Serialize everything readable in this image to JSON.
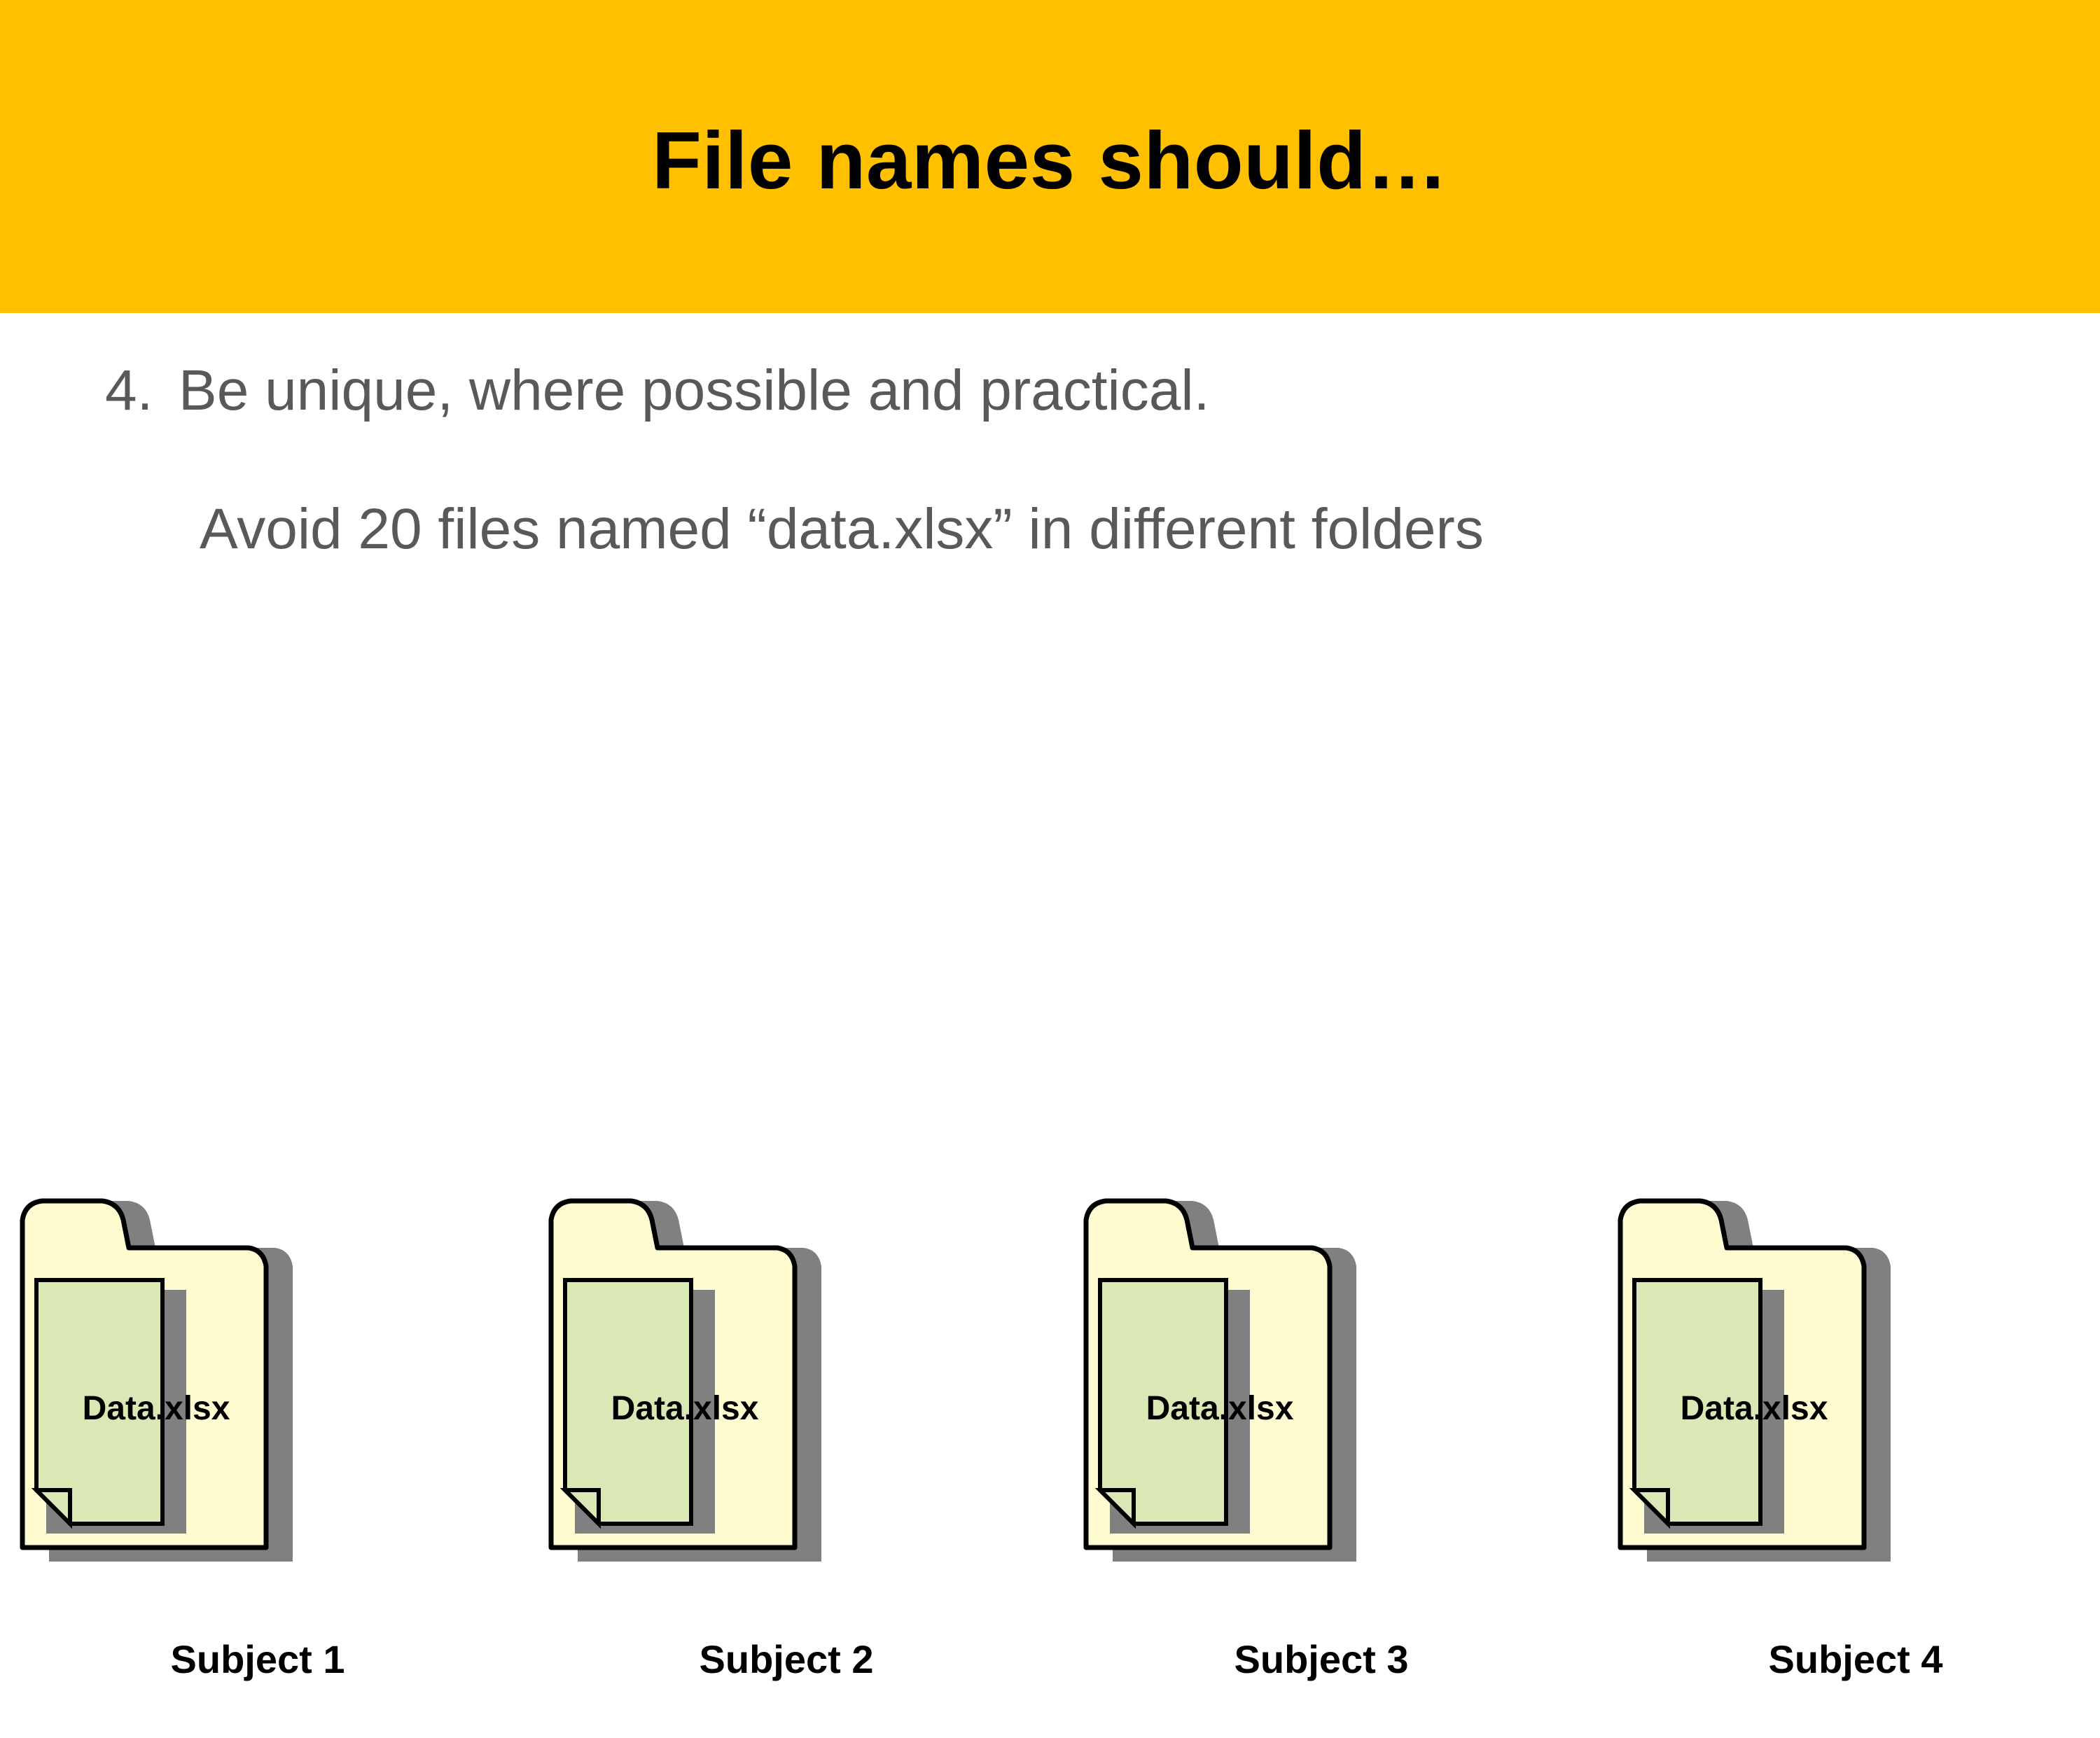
{
  "slide": {
    "title": "File names should…",
    "header_color": "#FFC000",
    "background_color": "#FFFFFF",
    "body_text_color": "#595959"
  },
  "body": {
    "bullet": {
      "number": "4.",
      "text": "Be unique, where possible and practical."
    },
    "sub_line": "Avoid 20 files named “data.xlsx” in different folders"
  },
  "folders": {
    "folder_fill": "#FDFBCF",
    "document_fill": "#D9E8B4",
    "shadow_color": "#808080",
    "outline_color": "#000000",
    "items": [
      {
        "file_label": "Data.xlsx",
        "subject_label": "Subject 1"
      },
      {
        "file_label": "Data.xlsx",
        "subject_label": "Subject 2"
      },
      {
        "file_label": "Data.xlsx",
        "subject_label": "Subject 3"
      },
      {
        "file_label": "Data.xlsx",
        "subject_label": "Subject 4"
      }
    ]
  }
}
